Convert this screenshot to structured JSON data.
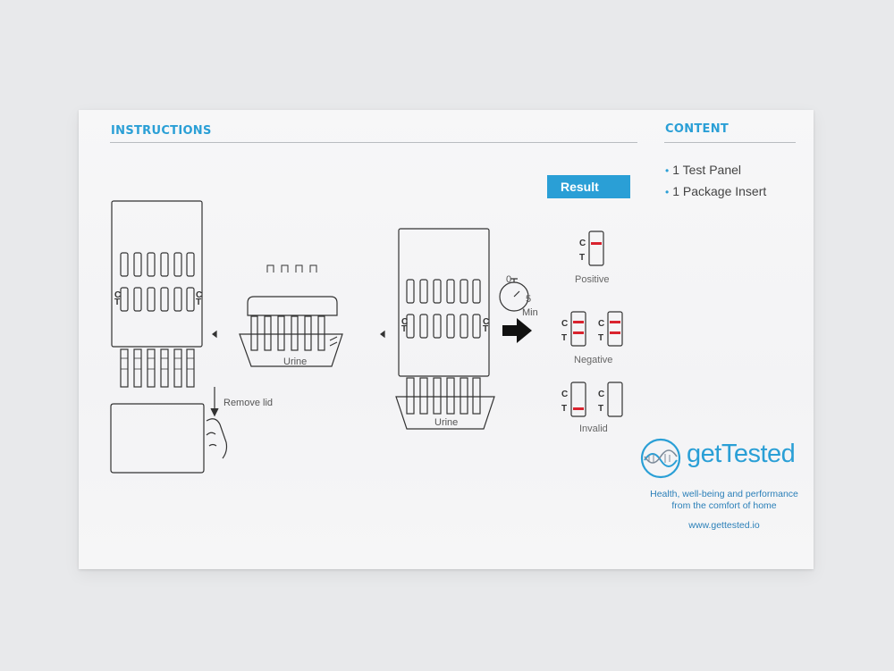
{
  "instructions": {
    "heading": "INSTRUCTIONS",
    "remove_lid_label": "Remove lid",
    "urine_label_1": "Urine",
    "urine_label_2": "Urine",
    "timer_start": "0",
    "timer_end": "5",
    "timer_unit": "Min",
    "strip_marker_c": "C",
    "strip_marker_t": "T"
  },
  "content": {
    "heading": "CONTENT",
    "items": [
      "1 Test Panel",
      "1 Package Insert"
    ]
  },
  "result": {
    "badge": "Result",
    "positive_label": "Positive",
    "negative_label": "Negative",
    "invalid_label": "Invalid",
    "c_label": "C",
    "t_label": "T",
    "line_color": "#d9232e"
  },
  "brand": {
    "logo_text": "getTested",
    "tagline_line1": "Health, well-being and performance",
    "tagline_line2": "from the comfort of home",
    "website": "www.gettested.io",
    "color": "#2a9fd6"
  }
}
